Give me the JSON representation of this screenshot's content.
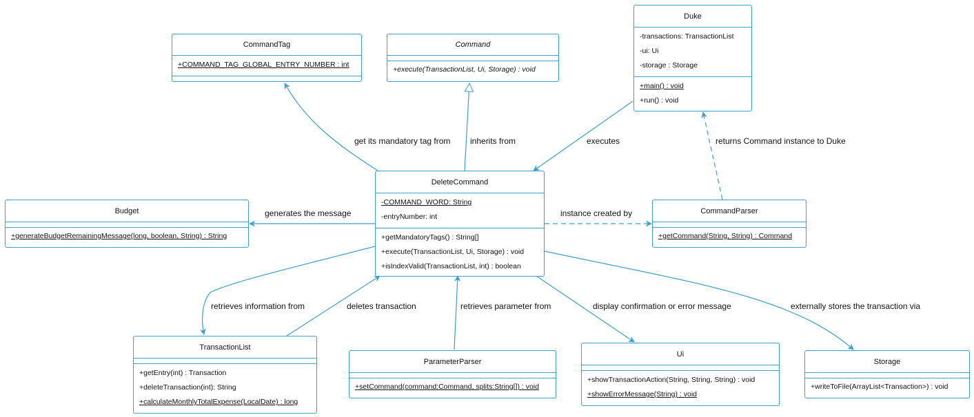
{
  "classes": {
    "commandtag": {
      "name": "CommandTag",
      "attributes": [
        "+COMMAND_TAG_GLOBAL_ENTRY_NUMBER : int"
      ],
      "methods": []
    },
    "command": {
      "name": "Command",
      "attributes": [],
      "methods": [
        "+execute(TransactionList, Ui, Storage) : void"
      ]
    },
    "duke": {
      "name": "Duke",
      "attributes": [
        "-transactions: TransactionList",
        "-ui: Ui",
        "-storage : Storage"
      ],
      "methods": [
        "+main() : void",
        "+run() : void"
      ]
    },
    "budget": {
      "name": "Budget",
      "attributes": [],
      "methods": [
        "+generateBudgetRemainingMessage(long, boolean, String) : String"
      ]
    },
    "deletecommand": {
      "name": "DeleteCommand",
      "attributes": [
        "-COMMAND_WORD: String",
        "-entryNumber: int"
      ],
      "methods": [
        "+getMandatoryTags() : String[]",
        "+execute(TransactionList, Ui, Storage) : void",
        "+isIndexValid(TransactionList, int) : boolean"
      ]
    },
    "commandparser": {
      "name": "CommandParser",
      "attributes": [],
      "methods": [
        "+getCommand(String, String) : Command"
      ]
    },
    "transactionlist": {
      "name": "TransactionList",
      "attributes": [],
      "methods": [
        "+getEntry(int) : Transaction",
        "+deleteTransaction(int): String",
        "+calculateMonthlyTotalExpense(LocalDate) : long"
      ]
    },
    "parameterparser": {
      "name": "ParameterParser",
      "attributes": [],
      "methods": [
        "+setCommand(command:Command, splits:String[]) : void"
      ]
    },
    "ui": {
      "name": "Ui",
      "attributes": [],
      "methods": [
        "+showTransactionAction(String, String, String) : void",
        "+showErrorMessage(String) : void"
      ]
    },
    "storage": {
      "name": "Storage",
      "attributes": [],
      "methods": [
        "+writeToFile(ArrayList<Transaction>) : void"
      ]
    }
  },
  "relations": {
    "tag": "get its mandatory tag from",
    "inherits": "inherits from",
    "executes": "executes",
    "returns": "returns Command instance to Duke",
    "generates": "generates the message",
    "created": "instance created by",
    "retrieves_info": "retrieves information from",
    "deletes": "deletes transaction",
    "retrieves_param": "retrieves parameter from",
    "display": "display confirmation or error message",
    "stores": "externally stores the transaction via"
  },
  "colors": {
    "line": "#3aa0d0",
    "text": "#111111"
  }
}
